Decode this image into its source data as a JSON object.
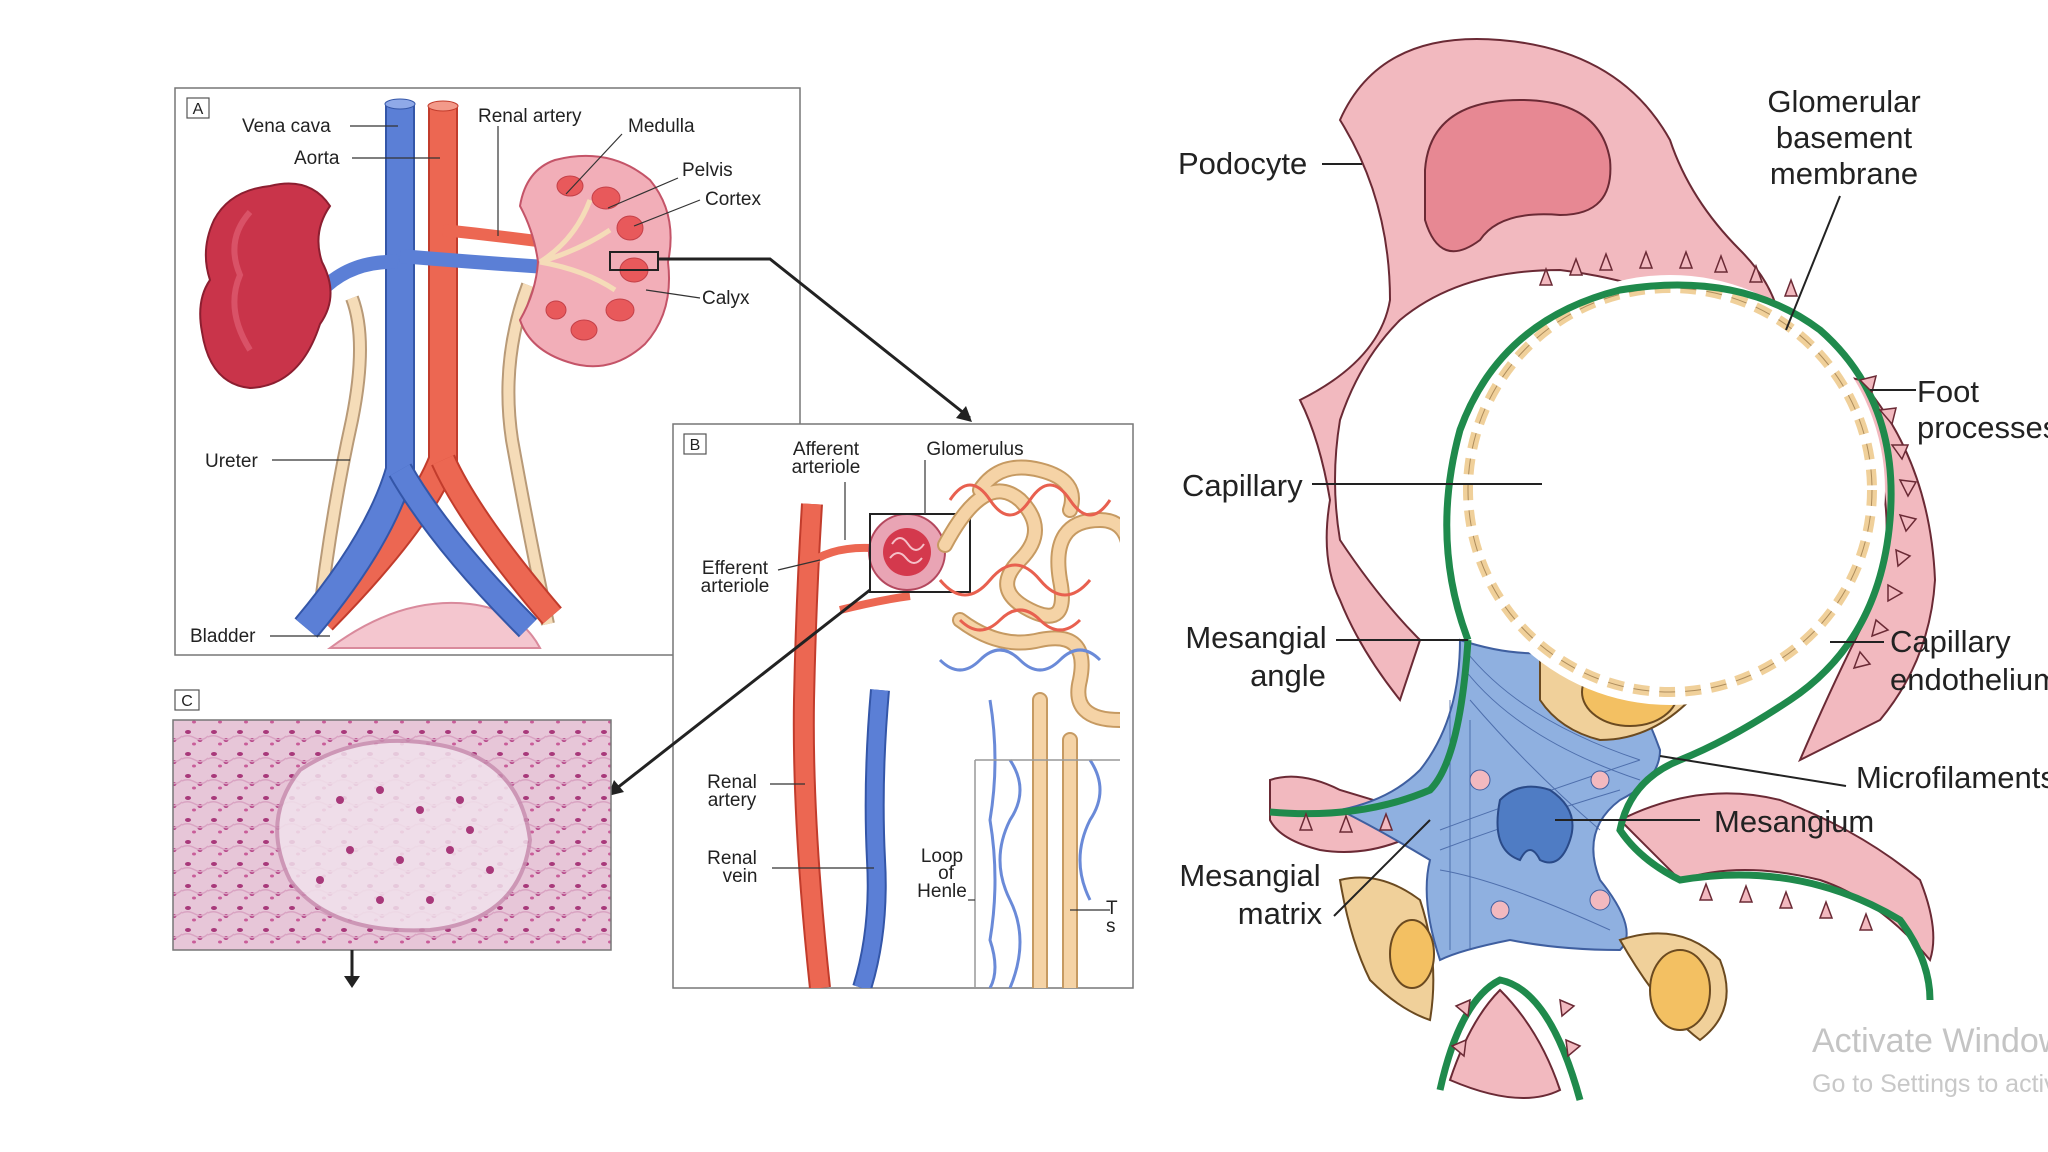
{
  "left_figure": {
    "panel_a": {
      "letter": "A",
      "labels": {
        "vena_cava": "Vena cava",
        "aorta": "Aorta",
        "renal_artery": "Renal artery",
        "medulla": "Medulla",
        "pelvis": "Pelvis",
        "cortex": "Cortex",
        "calyx": "Calyx",
        "ureter": "Ureter",
        "bladder": "Bladder"
      }
    },
    "panel_b": {
      "letter": "B",
      "labels": {
        "afferent_1": "Afferent",
        "afferent_2": "arteriole",
        "glomerulus": "Glomerulus",
        "efferent_1": "Efferent",
        "efferent_2": "arteriole",
        "renal_artery_1": "Renal",
        "renal_artery_2": "artery",
        "renal_vein_1": "Renal",
        "renal_vein_2": "vein",
        "loop_1": "Loop",
        "loop_2": "of",
        "loop_3": "Henle",
        "cut_1": "T",
        "cut_2": "s"
      }
    },
    "panel_c": {
      "letter": "C"
    }
  },
  "right_figure": {
    "labels": {
      "podocyte": "Podocyte",
      "gbm_1": "Glomerular",
      "gbm_2": "basement",
      "gbm_3": "membrane",
      "foot_1": "Foot",
      "foot_2": "processes",
      "capillary": "Capillary",
      "mesangial_angle_1": "Mesangial",
      "mesangial_angle_2": "angle",
      "cap_endo_1": "Capillary",
      "cap_endo_2": "endothelium",
      "microfilaments": "Microfilaments",
      "mesangium": "Mesangium",
      "mesangial_matrix_1": "Mesangial",
      "mesangial_matrix_2": "matrix"
    }
  },
  "watermark": {
    "line1": "Activate Windows",
    "line2": "Go to Settings to activate Windows."
  },
  "colors": {
    "artery": "#e8604f",
    "vein": "#5b7fd6",
    "ureter": "#f5dcb8",
    "kidney": "#c9344a",
    "podocyte": "#f2b9bf",
    "gbm": "#1f8a4c",
    "endothelium": "#f0d09a",
    "mesangium": "#8fb0e0"
  }
}
